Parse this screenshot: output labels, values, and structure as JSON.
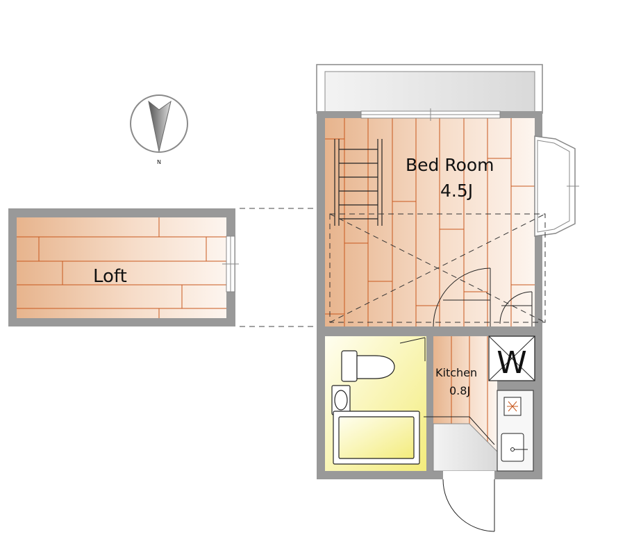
{
  "compass": {
    "north_label": "N"
  },
  "loft": {
    "label": "Loft"
  },
  "bedroom": {
    "name": "Bed Room",
    "size": "4.5J"
  },
  "kitchen": {
    "name": "Kitchen",
    "size": "0.8J"
  },
  "washer": {
    "symbol": "W"
  },
  "colors": {
    "wall": "#999999",
    "wood_light": "#fbeee4",
    "wood_dark": "#e7b48d",
    "wood_line": "#c8581e",
    "bath_light": "#fffde0",
    "bath_dark": "#f6f08a"
  }
}
